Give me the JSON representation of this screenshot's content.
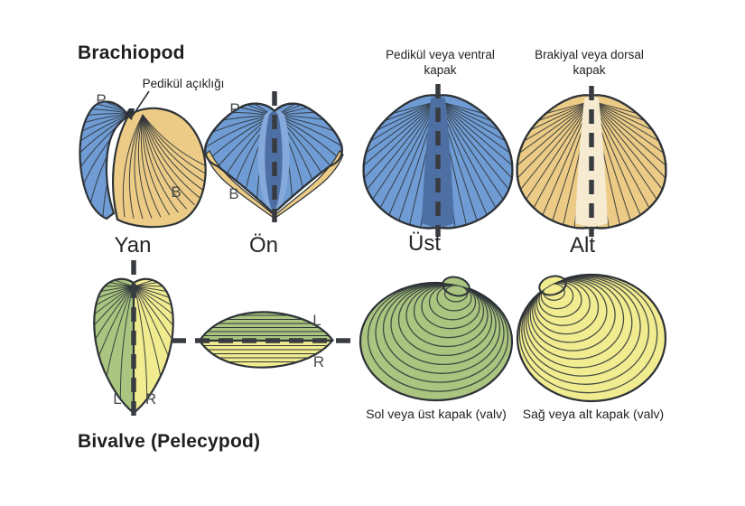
{
  "colors": {
    "blue": "#6f9cd4",
    "blue2": "#4e6fa4",
    "blue3": "#85a9da",
    "tan": "#ebcb85",
    "tan2": "#f6ead0",
    "green": "#a9c57f",
    "yellow": "#f1ec8f",
    "ink": "#2e3338",
    "dash": "#383c41",
    "text": "#1d1f21",
    "letter": "#45494e"
  },
  "brachiopod": {
    "title": "Brachiopod",
    "annotation": "Pedikül açıklığı",
    "view_labels": {
      "side": "Yan",
      "front": "Ön",
      "top": "Üst",
      "bottom": "Alt"
    },
    "captions": {
      "ventral": "Pedikül veya ventral kapak",
      "dorsal": "Brakiyal veya dorsal kapak"
    },
    "letters": {
      "pedicle": "P",
      "brachial": "B"
    }
  },
  "bivalve": {
    "title": "Bivalve (Pelecypod)",
    "letters": {
      "left": "L",
      "right": "R"
    },
    "captions": {
      "left_valve": "Sol veya üst kapak (valv)",
      "right_valve": "Sağ veya alt kapak (valv)"
    }
  }
}
